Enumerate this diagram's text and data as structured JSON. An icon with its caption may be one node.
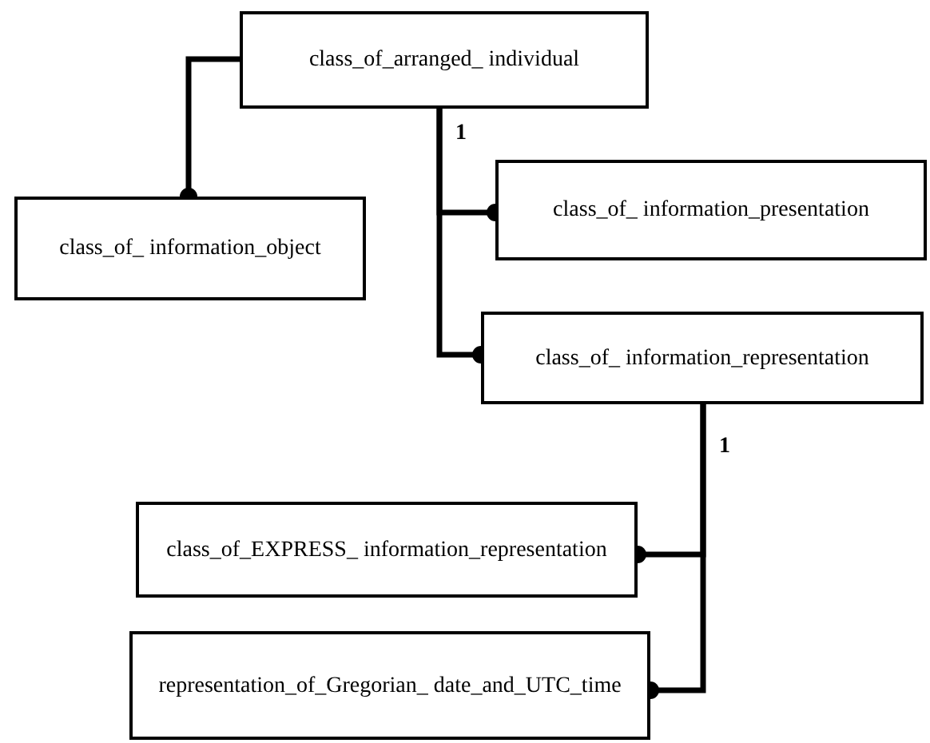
{
  "diagram": {
    "nodes": [
      {
        "text": [
          "class_of_arranged_ individual"
        ]
      },
      {
        "text": [
          "class_of_ information_object"
        ]
      },
      {
        "text": [
          "class_of_ information_presentation"
        ]
      },
      {
        "text": [
          "class_of_ information_representation"
        ]
      },
      {
        "text": [
          "class_of_EXPRESS_ information_representation"
        ]
      },
      {
        "text": [
          "representation_of_Gregorian_ date_and_UTC_time"
        ]
      }
    ],
    "edges": [
      {
        "from": 0,
        "to": 1,
        "arrow": "other"
      },
      {
        "from": 0,
        "to": 2,
        "arrow": "other",
        "label": "1"
      },
      {
        "from": 0,
        "to": 3,
        "arrow": "other"
      },
      {
        "from": 3,
        "to": 4,
        "arrow": "other",
        "label": "1"
      },
      {
        "from": 3,
        "to": 5,
        "arrow": "other"
      }
    ]
  }
}
